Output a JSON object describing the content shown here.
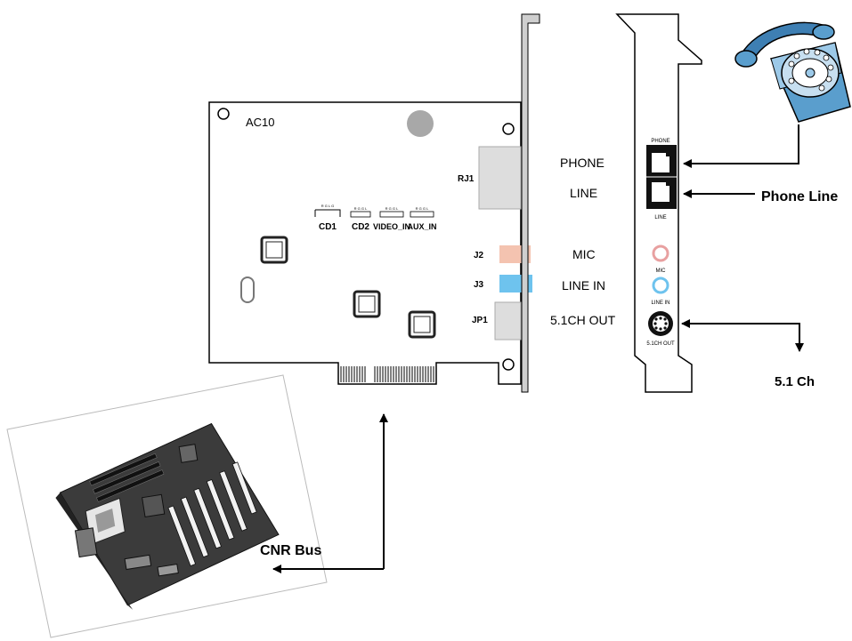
{
  "card": {
    "model": "AC10",
    "headers": {
      "cd1": "CD1",
      "cd2": "CD2",
      "video_in": "VIDEO_IN",
      "aux_in": "AUX_IN"
    },
    "pin_marks": {
      "cd1": "R G L G",
      "cd2": "R G G L",
      "video_in": "R G G L",
      "aux_in": "R G G L"
    },
    "connectors": {
      "rj1": "RJ1",
      "j2": "J2",
      "j3": "J3",
      "jp1": "JP1"
    }
  },
  "port_labels": {
    "phone": "PHONE",
    "line": "LINE",
    "mic": "MIC",
    "line_in": "LINE IN",
    "out51": "5.1CH OUT"
  },
  "bracket_labels": {
    "phone": "PHONE",
    "line": "LINE",
    "mic": "MIC",
    "line_in": "LINE IN",
    "out51": "5.1CH OUT"
  },
  "callouts": {
    "phone_line": "Phone Line",
    "ch51": "5.1 Ch",
    "cnr_bus": "CNR Bus"
  },
  "colors": {
    "mic": "#f4c3b0",
    "line_in": "#6ec3ee",
    "rj_grey": "#dddddd",
    "phone_blue": "#7fb6dd",
    "chip": "#222222"
  }
}
